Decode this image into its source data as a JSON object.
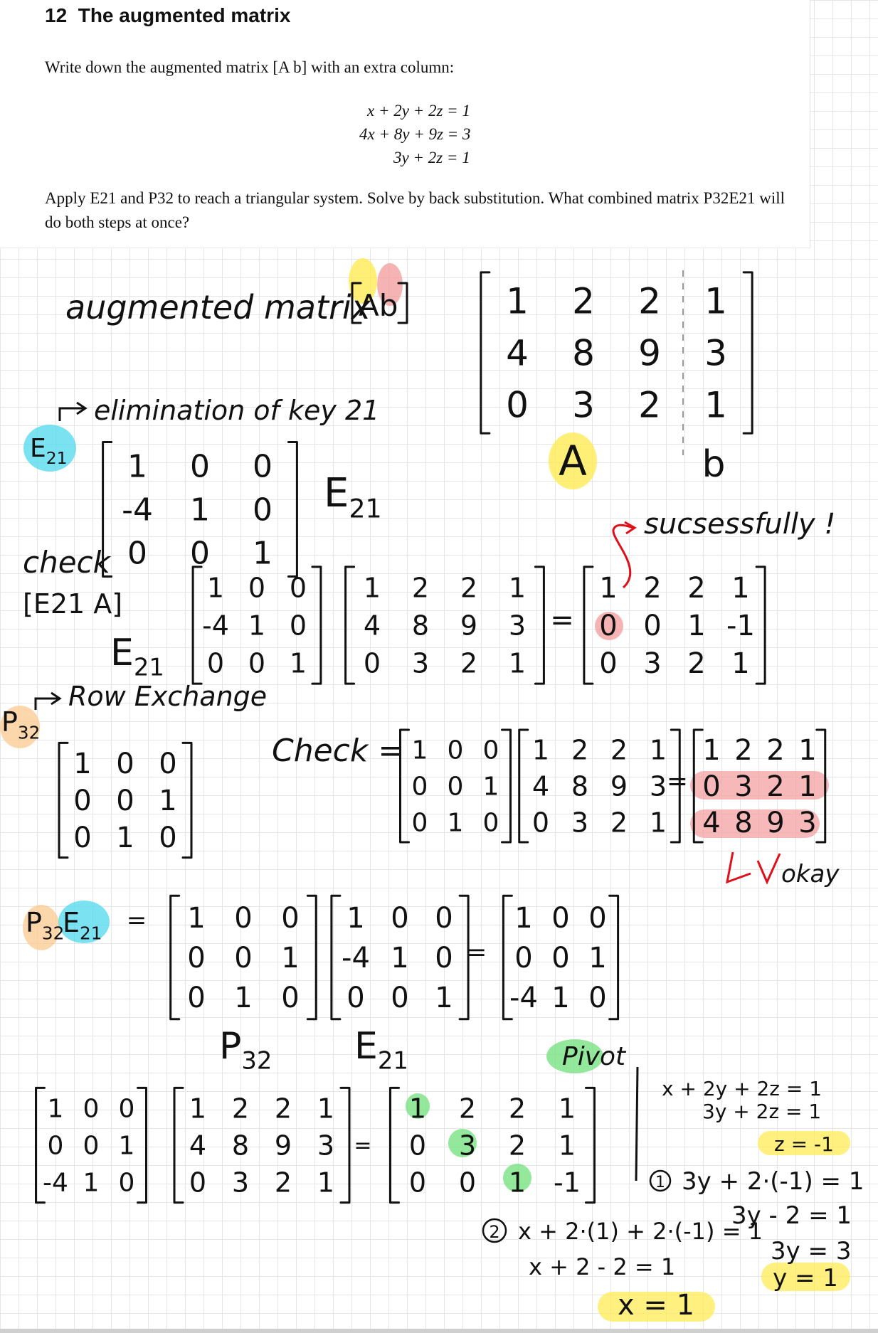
{
  "problem": {
    "number": "12",
    "title": "The augmented matrix",
    "instruction": "Write down the augmented matrix [A b] with an extra column:",
    "equations": [
      "x + 2y + 2z = 1",
      "4x + 8y + 9z = 3",
      "3y + 2z = 1"
    ],
    "question": "Apply E21 and P32 to reach a triangular system. Solve by back substitution. What combined matrix P32E21 will do both steps at once?"
  },
  "notes": {
    "augmented_label": "augmented matrix",
    "ab_label": "Ab",
    "augmented_matrix": [
      [
        "1",
        "2",
        "2",
        "1"
      ],
      [
        "4",
        "8",
        "9",
        "3"
      ],
      [
        "0",
        "3",
        "2",
        "1"
      ]
    ],
    "label_A": "A",
    "label_b": "b",
    "elimination_label": "elimination of key 21",
    "e21_tag": "E21",
    "e21_matrix": [
      [
        "1",
        "0",
        "0"
      ],
      [
        "-4",
        "1",
        "0"
      ],
      [
        "0",
        "0",
        "1"
      ]
    ],
    "e21_side_label": "E21",
    "check_label": "check",
    "check_expr": "[E21 A]",
    "e21_under_label": "E21",
    "e21_times_a": {
      "left": [
        [
          "1",
          "0",
          "0"
        ],
        [
          "-4",
          "1",
          "0"
        ],
        [
          "0",
          "0",
          "1"
        ]
      ],
      "right": [
        [
          "1",
          "2",
          "2",
          "1"
        ],
        [
          "4",
          "8",
          "9",
          "3"
        ],
        [
          "0",
          "3",
          "2",
          "1"
        ]
      ],
      "result": [
        [
          "1",
          "2",
          "2",
          "1"
        ],
        [
          "0",
          "0",
          "1",
          "-1"
        ],
        [
          "0",
          "3",
          "2",
          "1"
        ]
      ]
    },
    "success_note": "sucsessfully !",
    "row_exchange_label": "Row Exchange",
    "p32_tag": "P32",
    "p32_matrix": [
      [
        "1",
        "0",
        "0"
      ],
      [
        "0",
        "0",
        "1"
      ],
      [
        "0",
        "1",
        "0"
      ]
    ],
    "check2_label": "Check =",
    "p32_times_a": {
      "left": [
        [
          "1",
          "0",
          "0"
        ],
        [
          "0",
          "0",
          "1"
        ],
        [
          "0",
          "1",
          "0"
        ]
      ],
      "right": [
        [
          "1",
          "2",
          "2",
          "1"
        ],
        [
          "4",
          "8",
          "9",
          "3"
        ],
        [
          "0",
          "3",
          "2",
          "1"
        ]
      ],
      "result": [
        [
          "1",
          "2",
          "2",
          "1"
        ],
        [
          "0",
          "3",
          "2",
          "1"
        ],
        [
          "4",
          "8",
          "9",
          "3"
        ]
      ]
    },
    "okay_note": "okay",
    "combined_lhs": "P32 E21",
    "combined": {
      "left": [
        [
          "1",
          "0",
          "0"
        ],
        [
          "0",
          "0",
          "1"
        ],
        [
          "0",
          "1",
          "0"
        ]
      ],
      "right": [
        [
          "1",
          "0",
          "0"
        ],
        [
          "-4",
          "1",
          "0"
        ],
        [
          "0",
          "0",
          "1"
        ]
      ],
      "result": [
        [
          "1",
          "0",
          "0"
        ],
        [
          "0",
          "0",
          "1"
        ],
        [
          "-4",
          "1",
          "0"
        ]
      ]
    },
    "p32_under": "P32",
    "e21_under": "E21",
    "pivot_label": "Pivot",
    "final": {
      "left": [
        [
          "1",
          "0",
          "0"
        ],
        [
          "0",
          "0",
          "1"
        ],
        [
          "-4",
          "1",
          "0"
        ]
      ],
      "right": [
        [
          "1",
          "2",
          "2",
          "1"
        ],
        [
          "4",
          "8",
          "9",
          "3"
        ],
        [
          "0",
          "3",
          "2",
          "1"
        ]
      ],
      "result": [
        [
          "1",
          "2",
          "2",
          "1"
        ],
        [
          "0",
          "3",
          "2",
          "1"
        ],
        [
          "0",
          "0",
          "1",
          "-1"
        ]
      ]
    },
    "backsub": {
      "eq1": "x + 2y + 2z = 1",
      "eq2": "3y + 2z = 1",
      "z": "z = -1",
      "step1_num": "1",
      "step1": "3y + 2·(-1) = 1",
      "step1b": "3y - 2 = 1",
      "step1c": "3y = 3",
      "y": "y = 1",
      "step2_num": "2",
      "step2": "x + 2·(1) + 2·(-1) = 1",
      "step2b": "x + 2 - 2 = 1",
      "x": "x = 1"
    }
  },
  "colors": {
    "yellow": "#ffe94a",
    "red_highlight": "#f29a9a",
    "cyan": "#4fd8ee",
    "orange": "#f9c98f",
    "green": "#6fe07a",
    "red_ink": "#e0101a"
  }
}
